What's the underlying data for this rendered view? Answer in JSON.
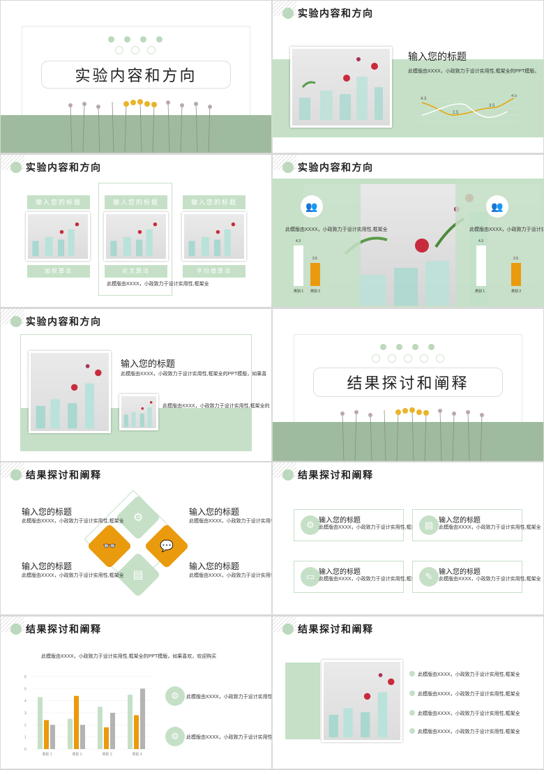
{
  "colors": {
    "green": "#c5e0c7",
    "dark_green": "#9ebb9f",
    "orange": "#ea9a0d",
    "gray": "#b3b3b3",
    "line_green": "#bcd8bd"
  },
  "section1": "实验内容和方向",
  "section2": "结果探讨和阐释",
  "title_placeholder": "输入您的标题",
  "desc_long": "此模版由XXXX，小政致力于设计实用性,框架全的PPT模版，",
  "desc_long2": "此模版由XXXX，小政致力于设计实用性,框架全的PPT模版，如果喜",
  "desc_mid": "此模版由XXXX，小政致力于设计实用性,框架全",
  "desc_mid2": "此模版由XXXX，小政致力于设计实用性,框架全的",
  "desc_chart": "此模版由XXXX，小政致力于设计实用性,框架全的PPT模版，如果喜欢，欢迎购买",
  "desc_icon": "此模版由XXXX，小政致力于设计实用性",
  "slide3": {
    "tags": [
      "输入您的标题",
      "输入您的标题",
      "输入您的标题"
    ],
    "bottoms": [
      "加权算法",
      "论文算法",
      "平均值算法"
    ]
  },
  "slide2_chart": {
    "labels": [
      "4.3",
      "2.5",
      "3.5",
      "4.5"
    ]
  },
  "slide4": {
    "left_vals": [
      "4.3"
    ],
    "left_cats": [
      "类别 1",
      "类别 2"
    ],
    "left_v2": "2.5",
    "right_v1": "4.3",
    "right_v2": "2.5",
    "right_cats": [
      "类别 1",
      "类别 2"
    ]
  },
  "chart_data": {
    "type": "bar",
    "categories": [
      "类别 1",
      "类别 2",
      "类别 3",
      "类别 4"
    ],
    "series": [
      {
        "values": [
          4.3,
          2.5,
          3.5,
          4.5
        ],
        "color": "#c5e0c7"
      },
      {
        "values": [
          2.4,
          4.4,
          1.8,
          2.8
        ],
        "color": "#ea9a0d"
      },
      {
        "values": [
          2,
          2,
          3,
          5
        ],
        "color": "#b3b3b3"
      }
    ],
    "ylim": [
      0,
      6
    ],
    "yticks": [
      "0",
      "1",
      "2",
      "3",
      "4",
      "5",
      "6"
    ]
  }
}
